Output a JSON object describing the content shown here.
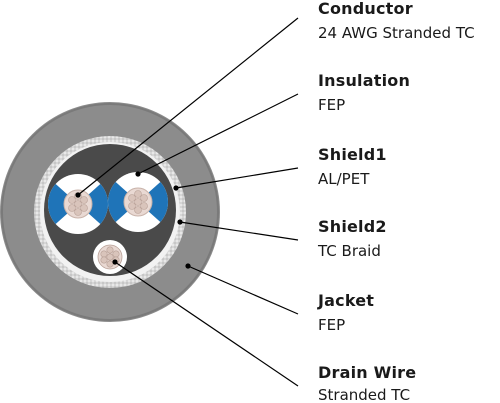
{
  "colors": {
    "jacket": "#8c8c8c",
    "braid": "#dcdcdc",
    "shield": "#f2f2f2",
    "core": "#4a4a4a",
    "insulation_white": "#ffffff",
    "insulation_blue": "#1f74b8",
    "conductor": "#e9d9d3",
    "leader": "#000000"
  },
  "labels": [
    {
      "id": "conductor",
      "title": "Conductor",
      "sub": "24 AWG Stranded TC"
    },
    {
      "id": "insulation",
      "title": "Insulation",
      "sub": "FEP"
    },
    {
      "id": "shield1",
      "title": "Shield1",
      "sub": "AL/PET"
    },
    {
      "id": "shield2",
      "title": "Shield2",
      "sub": "TC Braid"
    },
    {
      "id": "jacket",
      "title": "Jacket",
      "sub": "FEP"
    },
    {
      "id": "drain",
      "title": "Drain Wire",
      "sub": "Stranded TC"
    }
  ]
}
